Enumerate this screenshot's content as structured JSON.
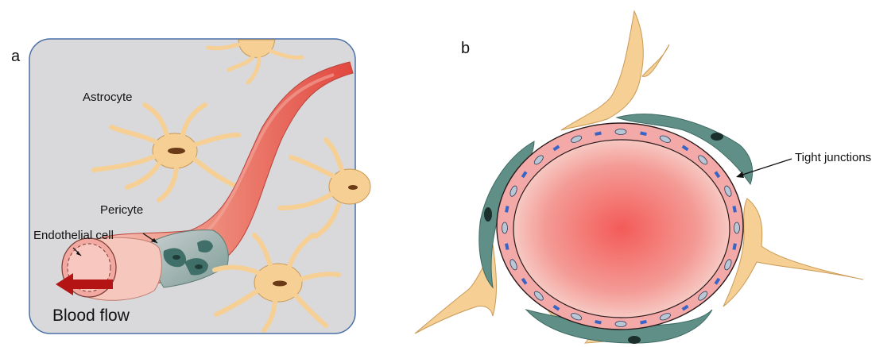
{
  "panel_a": {
    "letter": "a",
    "labels": {
      "astrocyte": "Astrocyte",
      "pericyte": "Pericyte",
      "endothelial_cell": "Endothelial cell",
      "blood_flow": "Blood flow"
    }
  },
  "panel_b": {
    "letter": "b",
    "labels": {
      "tight_junctions": "Tight junctions"
    }
  },
  "colors": {
    "panel_bg": "#d9d9db",
    "panel_border": "#4a6fa5",
    "vessel_red": "#e8564f",
    "vessel_pink": "#f3b7a8",
    "astrocyte": "#f6cf95",
    "astrocyte_edge": "#c99a55",
    "pericyte": "#5f8f86",
    "endothelial": "#f3a4a4",
    "junction": "#3a64c4",
    "arrow": "#b41414"
  }
}
